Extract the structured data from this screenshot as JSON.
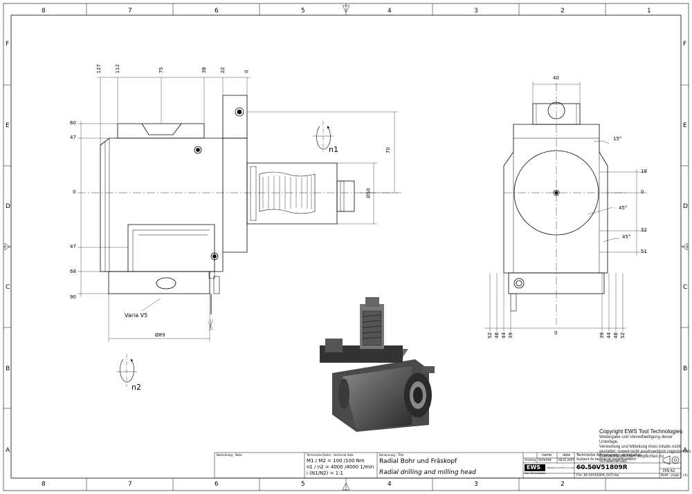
{
  "frame": {
    "col_labels": [
      "8",
      "7",
      "6",
      "5",
      "4",
      "3",
      "2",
      "1"
    ],
    "row_labels": [
      "F",
      "E",
      "D",
      "C",
      "B",
      "A"
    ]
  },
  "side_view": {
    "top_dims": [
      "127",
      "112",
      "75",
      "38",
      "22",
      "0"
    ],
    "left_dims": [
      "60",
      "47",
      "0",
      "47",
      "68",
      "90"
    ],
    "shaft_dims": [
      "70",
      "Ø50"
    ],
    "rotation_1": "n1",
    "rotation_2": "n2",
    "varia_label": "Varia V5",
    "bottom_dim": "Ø89"
  },
  "front_view": {
    "top_dim": "40",
    "angle_top": "15°",
    "right_dims": [
      "18",
      "0",
      "32",
      "51"
    ],
    "angles": [
      "45°",
      "45°"
    ],
    "bottom_dims_left": [
      "52",
      "48",
      "44",
      "39"
    ],
    "bottom_center": "0",
    "bottom_dims_right": [
      "39",
      "44",
      "48",
      "52"
    ]
  },
  "copyright": {
    "title": "Copyright EWS Tool Technologies",
    "lines": [
      "Weitergabe und Vervielfaeltigung dieser Unterlage,",
      "Verwertung und Mitteilung ihres Inhalts nicht",
      "gestattet, soweit nicht ausdruecklich zugestanden.",
      "Zuwiderhandlungen verpflichten zu Schadenersatz."
    ]
  },
  "title_block": {
    "remark_label": "Bemerkung - Note",
    "tech_label": "Technische Daten - technical data",
    "torque": "M1 / M2 = 100 /100 Nm",
    "speed": "n1 / n2 = 4000 /4000  1/min",
    "ratio": "i  (N1/N2) = 1:1",
    "designation_label": "Benennung - Title",
    "title_de": "Radial Bohr und Fräskopf",
    "title_en": "Radial drilling and milling head",
    "name_label": "name",
    "date_label": "date",
    "drawing_label": "drawing",
    "drawing_name": "Schmid",
    "drawing_date": "08.02.2007",
    "changes_de": "Technische Aenderungen vorbehalten",
    "changes_en": "Subject to technical modifications!",
    "logo": "EWS",
    "logo_sub": "Tool Technologies",
    "address": "Maegerle GmbH & Co. KG · Tel. +49(0)7161/000-0",
    "part_number": "60.50V51809R",
    "file": "File: 60.50V51809_OUT.idw",
    "format": "DIN A2",
    "sheet": "Blatt - page  1 (1)"
  }
}
